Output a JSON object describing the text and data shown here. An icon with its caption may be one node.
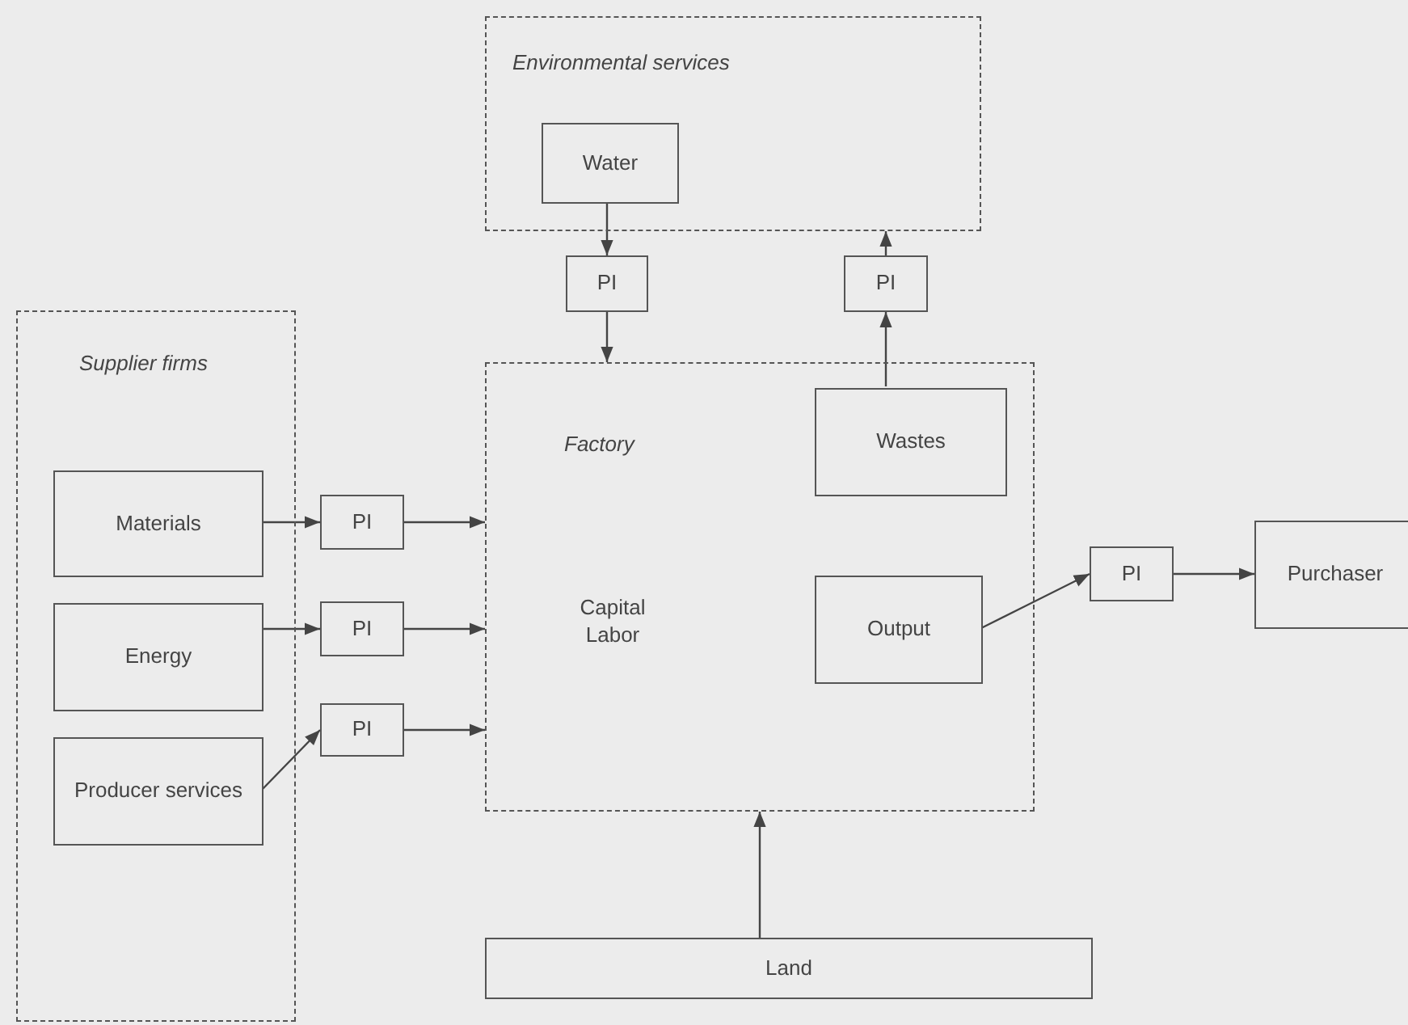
{
  "diagram": {
    "nodes": [
      {
        "text": [
          "Environmental services"
        ]
      },
      {
        "text": [
          "Water"
        ],
        "in": 0
      },
      {
        "text": [
          "PI"
        ]
      },
      {
        "text": [
          "PI"
        ]
      },
      {
        "text": [
          "Supplier firms"
        ]
      },
      {
        "text": [
          "Materials"
        ],
        "in": 4
      },
      {
        "text": [
          "Energy"
        ],
        "in": 4
      },
      {
        "text": [
          "Producer services"
        ],
        "in": 4
      },
      {
        "text": [
          "PI"
        ]
      },
      {
        "text": [
          "PI"
        ]
      },
      {
        "text": [
          "PI"
        ]
      },
      {
        "text": [
          "Factory",
          "Capital Labor"
        ]
      },
      {
        "text": [
          "Wastes"
        ],
        "in": 11
      },
      {
        "text": [
          "Output"
        ],
        "in": 11
      },
      {
        "text": [
          "PI"
        ]
      },
      {
        "text": [
          "Purchaser"
        ]
      },
      {
        "text": [
          "Land"
        ]
      }
    ],
    "edges": [
      {
        "from": 1,
        "to": 2,
        "arrow": "to"
      },
      {
        "from": 2,
        "to": 11,
        "arrow": "to"
      },
      {
        "from": 12,
        "to": 3,
        "arrow": "to"
      },
      {
        "from": 3,
        "to": 0,
        "arrow": "to"
      },
      {
        "from": 5,
        "to": 8,
        "arrow": "to"
      },
      {
        "from": 8,
        "to": 11,
        "arrow": "to"
      },
      {
        "from": 6,
        "to": 9,
        "arrow": "to"
      },
      {
        "from": 9,
        "to": 11,
        "arrow": "to"
      },
      {
        "from": 7,
        "to": 10,
        "arrow": "to"
      },
      {
        "from": 10,
        "to": 11,
        "arrow": "to"
      },
      {
        "from": 13,
        "to": 14,
        "arrow": "to"
      },
      {
        "from": 14,
        "to": 15,
        "arrow": "to"
      },
      {
        "from": 16,
        "to": 11,
        "arrow": "to"
      }
    ]
  }
}
